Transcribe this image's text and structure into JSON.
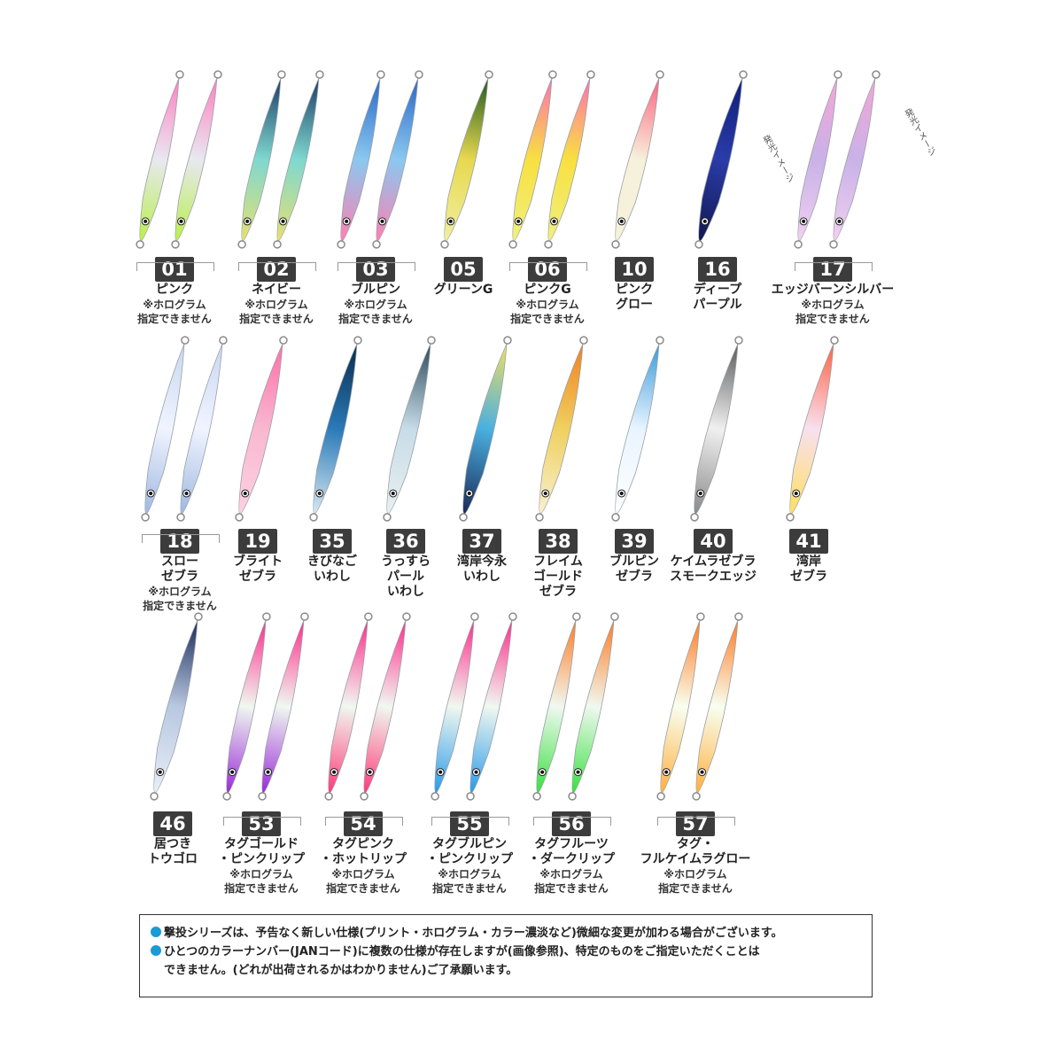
{
  "glow_label": "発光イメージ",
  "items": [
    {
      "code": "01",
      "name": "ピンク",
      "note": "※ホログラム\n指定できません",
      "bracket": true
    },
    {
      "code": "02",
      "name": "ネイビー",
      "note": "※ホログラム\n指定できません",
      "bracket": true
    },
    {
      "code": "03",
      "name": "ブルピン",
      "note": "※ホログラム\n指定できません",
      "bracket": true
    },
    {
      "code": "05",
      "name": "グリーンG",
      "note": "",
      "bracket": false
    },
    {
      "code": "06",
      "name": "ピンクG",
      "note": "※ホログラム\n指定できません",
      "bracket": true
    },
    {
      "code": "10",
      "name": "ピンク\nグロー",
      "note": "",
      "bracket": false
    },
    {
      "code": "16",
      "name": "ディープ\nパープル",
      "note": "",
      "bracket": false
    },
    {
      "code": "17",
      "name": "エッジバーンシルバー",
      "note": "※ホログラム\n指定できません",
      "bracket": true
    },
    {
      "code": "18",
      "name": "スロー\nゼブラ",
      "note": "※ホログラム\n指定できません",
      "bracket": true
    },
    {
      "code": "19",
      "name": "ブライト\nゼブラ",
      "note": "",
      "bracket": false
    },
    {
      "code": "35",
      "name": "きびなご\nいわし",
      "note": "",
      "bracket": false
    },
    {
      "code": "36",
      "name": "うっすら\nパール\nいわし",
      "note": "",
      "bracket": false
    },
    {
      "code": "37",
      "name": "湾岸今永\nいわし",
      "note": "",
      "bracket": false
    },
    {
      "code": "38",
      "name": "フレイム\nゴールド\nゼブラ",
      "note": "",
      "bracket": false
    },
    {
      "code": "39",
      "name": "ブルピン\nゼブラ",
      "note": "",
      "bracket": false
    },
    {
      "code": "40",
      "name": "ケイムラゼブラ\nスモークエッジ",
      "note": "",
      "bracket": false
    },
    {
      "code": "41",
      "name": "湾岸\nゼブラ",
      "note": "",
      "bracket": false
    },
    {
      "code": "46",
      "name": "居つき\nトウゴロ",
      "note": "",
      "bracket": false
    },
    {
      "code": "53",
      "name": "タグゴールド\n・ピンクリップ",
      "note": "※ホログラム\n指定できません",
      "bracket": true
    },
    {
      "code": "54",
      "name": "タグピンク\n・ホットリップ",
      "note": "※ホログラム\n指定できません",
      "bracket": true
    },
    {
      "code": "55",
      "name": "タグブルピン\n・ピンクリップ",
      "note": "※ホログラム\n指定できません",
      "bracket": true
    },
    {
      "code": "56",
      "name": "タグフルーツ\n・ダークリップ",
      "note": "※ホログラム\n指定できません",
      "bracket": true
    },
    {
      "code": "57",
      "name": "タグ・\nフルケイムラグロー",
      "note": "※ホログラム\n指定できません",
      "bracket": true
    }
  ],
  "colors": {
    "01": [
      "#ff7fbf",
      "#e8e8f0",
      "#b8f04a"
    ],
    "02": [
      "#1b3b66",
      "#7fd8d0",
      "#e8e070"
    ],
    "03": [
      "#2a66c8",
      "#8ac8f0",
      "#ff80b0"
    ],
    "05": [
      "#1e5a1e",
      "#e8d850",
      "#f0f0a0"
    ],
    "06": [
      "#ff70b0",
      "#f8e040",
      "#f0f080"
    ],
    "10": [
      "#ff6080",
      "#f6f1da",
      "#f6f1da"
    ],
    "16": [
      "#0e1f7a",
      "#2a3ca8",
      "#101850"
    ],
    "17": [
      "#f4a6d6",
      "#c9b2e8",
      "#f0d0f0"
    ],
    "18": [
      "#c8d8f0",
      "#f0f4ff",
      "#9fb8e0"
    ],
    "19": [
      "#ff6ea8",
      "#f8b8d0",
      "#ffd0e0"
    ],
    "35": [
      "#0a2a4a",
      "#2a7ab8",
      "#d8e8f0"
    ],
    "36": [
      "#2a4a5a",
      "#c8dce8",
      "#e8f0f0"
    ],
    "37": [
      "#f0e060",
      "#4ab0e0",
      "#1a2a5a"
    ],
    "38": [
      "#f08020",
      "#f0d060",
      "#f8f0d0"
    ],
    "39": [
      "#3a9ad8",
      "#e8f4ff",
      "#ffffff"
    ],
    "40": [
      "#5a5a5a",
      "#f0f0f0",
      "#8a8a8a"
    ],
    "41": [
      "#ff6040",
      "#f8e0f0",
      "#ffe060"
    ],
    "46": [
      "#1a2a5a",
      "#b8c8e0",
      "#e8eef8"
    ],
    "53": [
      "#ff2a8a",
      "#f0f8f0",
      "#9a2ad8"
    ],
    "54": [
      "#ff2a8a",
      "#f0f8f0",
      "#ff3a7a"
    ],
    "55": [
      "#ff2a8a",
      "#f0f8f0",
      "#2a9ae8"
    ],
    "56": [
      "#ff7a20",
      "#f0f8f0",
      "#3ae040"
    ],
    "57": [
      "#ff7a20",
      "#f8fff0",
      "#ffb040"
    ]
  },
  "notice": {
    "line1": "撃投シリーズは、予告なく新しい仕様(プリント・ホログラム・カラー濃淡など)微細な変更が加わる場合がございます。",
    "line2a": "ひとつのカラーナンバー(JANコード)に複数の仕様が存在しますが(画像参照)、特定のものをご指定いただくことは",
    "line2b": "できません。(どれが出荷されるかはわかりません)ご了承願います。"
  }
}
